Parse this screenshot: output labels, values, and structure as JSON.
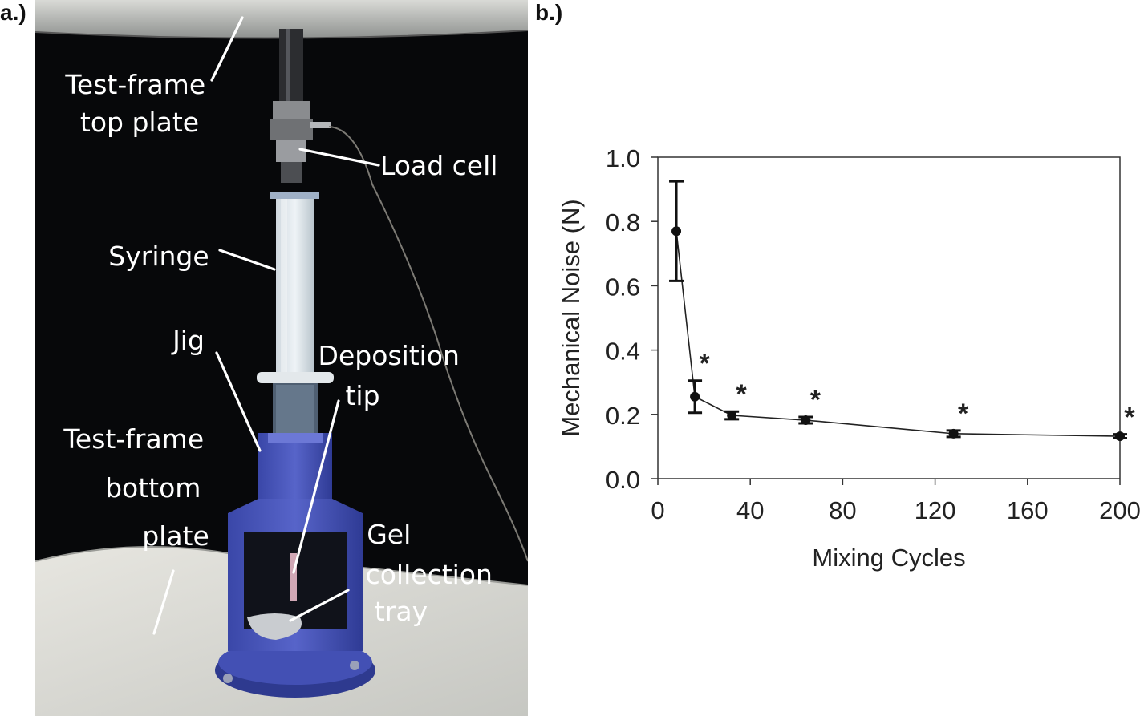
{
  "panel_a": {
    "label": "a.)",
    "callouts": [
      {
        "id": "top-plate",
        "lines": [
          "Test-frame",
          "top plate"
        ]
      },
      {
        "id": "load-cell",
        "lines": [
          "Load cell"
        ]
      },
      {
        "id": "syringe",
        "lines": [
          "Syringe"
        ]
      },
      {
        "id": "jig",
        "lines": [
          "Jig"
        ]
      },
      {
        "id": "deposition-tip",
        "lines": [
          "Deposition",
          "tip"
        ]
      },
      {
        "id": "bottom-plate",
        "lines": [
          "Test-frame",
          "bottom",
          "plate"
        ]
      },
      {
        "id": "gel-tray",
        "lines": [
          "Gel",
          "collection",
          "tray"
        ]
      }
    ]
  },
  "panel_b": {
    "label": "b.)"
  },
  "chart_data": {
    "type": "line",
    "title": "",
    "xlabel": "Mixing Cycles",
    "ylabel": "Mechanical Noise (N)",
    "xlim": [
      0,
      200
    ],
    "ylim": [
      0.0,
      1.0
    ],
    "xticks": [
      "0",
      "40",
      "80",
      "120",
      "160",
      "200"
    ],
    "yticks": [
      "0.0",
      "0.2",
      "0.4",
      "0.6",
      "0.8",
      "1.0"
    ],
    "grid": false,
    "series": [
      {
        "x": [
          8,
          16,
          32,
          64,
          128,
          200
        ],
        "y": [
          0.77,
          0.255,
          0.197,
          0.182,
          0.14,
          0.132
        ],
        "error": [
          0.155,
          0.05,
          0.012,
          0.01,
          0.01,
          0.006
        ],
        "significance": [
          "",
          "*",
          "*",
          "*",
          "*",
          "*"
        ]
      }
    ]
  }
}
